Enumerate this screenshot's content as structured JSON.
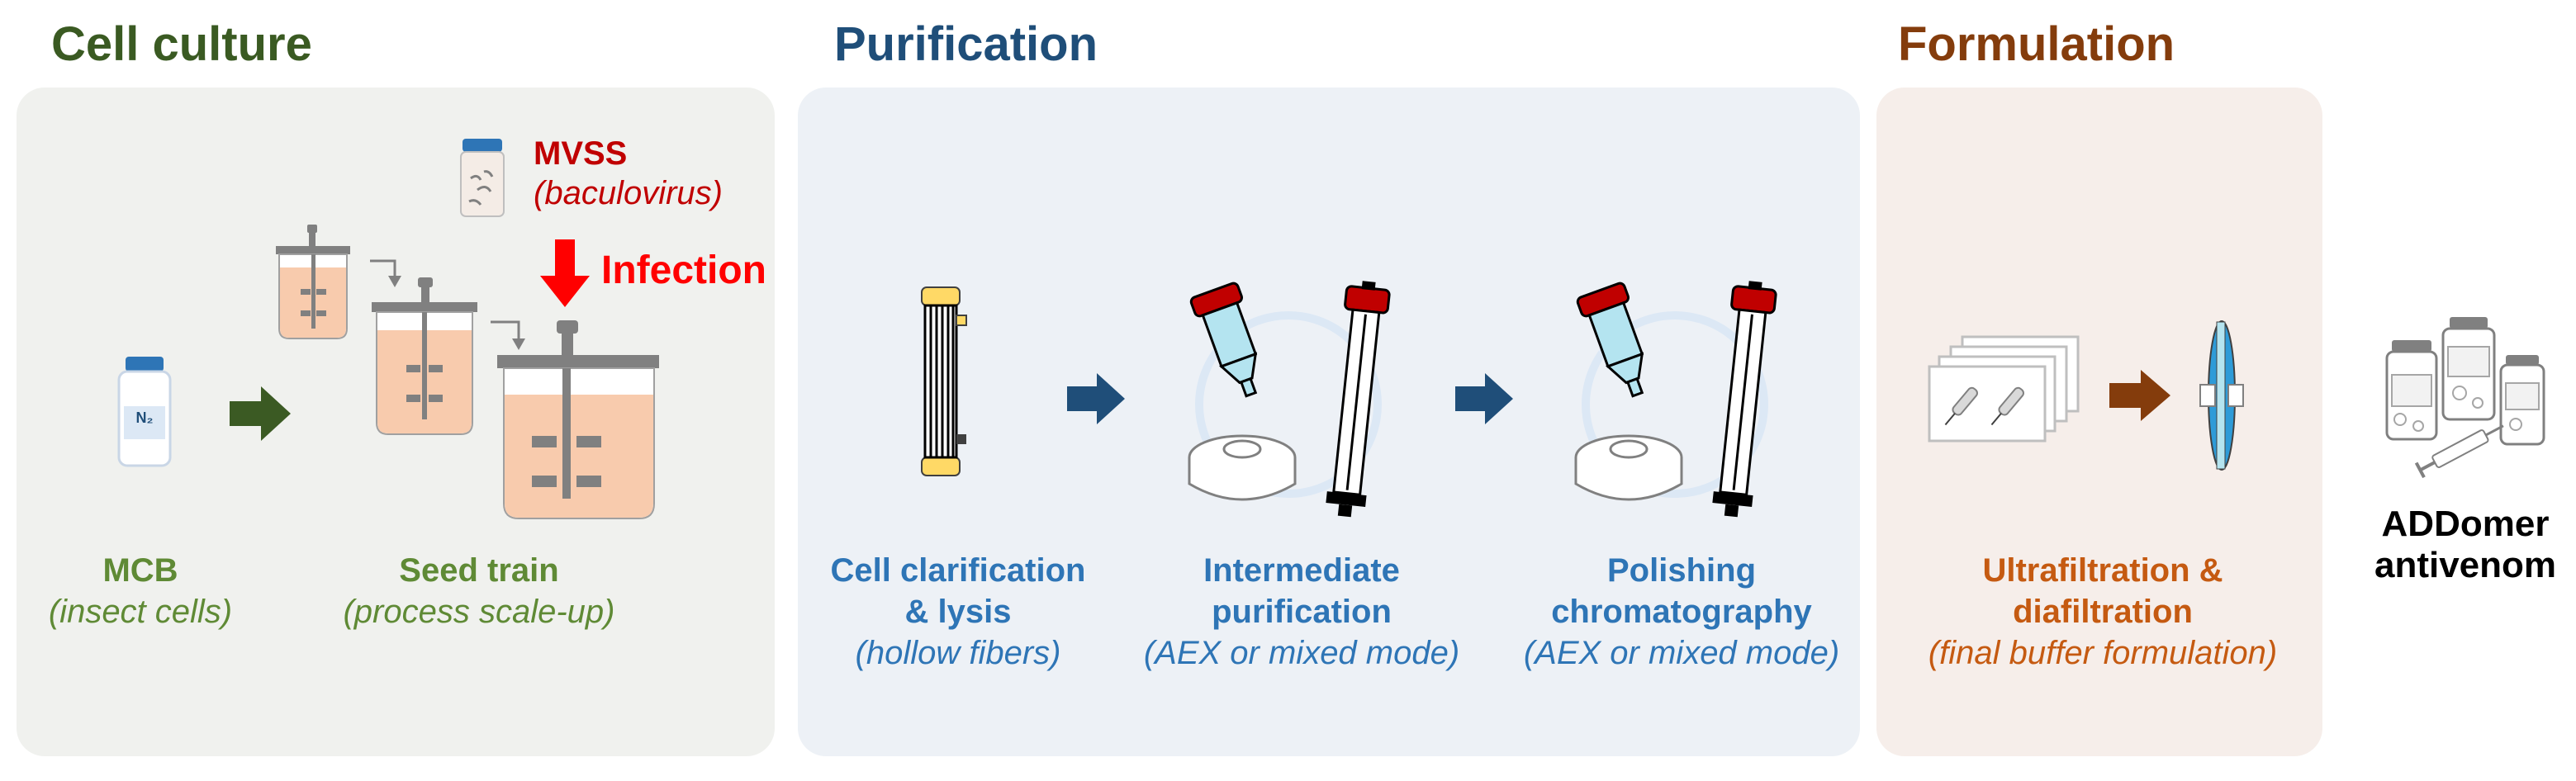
{
  "sections": {
    "cell_culture": {
      "title": "Cell culture",
      "color": "#3a5a22"
    },
    "purification": {
      "title": "Purification",
      "color": "#1f4e79"
    },
    "formulation": {
      "title": "Formulation",
      "color": "#843c0c"
    }
  },
  "cell_culture": {
    "mcb": {
      "title": "MCB",
      "subtitle": "(insect cells)"
    },
    "seed_train": {
      "title": "Seed train",
      "subtitle": "(process scale-up)"
    },
    "mvss": {
      "title": "MVSS",
      "subtitle": "(baculovirus)"
    },
    "infection_label": "Infection",
    "bottle_label": "N₂"
  },
  "purification": {
    "step1": {
      "line1": "Cell clarification",
      "line2": "& lysis",
      "subtitle": "(hollow fibers)"
    },
    "step2": {
      "line1": "Intermediate",
      "line2": "purification",
      "subtitle": "(AEX or mixed mode)"
    },
    "step3": {
      "line1": "Polishing",
      "line2": "chromatography",
      "subtitle": "(AEX or mixed mode)"
    }
  },
  "formulation": {
    "step": {
      "line1": "Ultrafiltration &",
      "line2": "diafiltration",
      "subtitle": "(final buffer formulation)"
    }
  },
  "product": {
    "line1": "ADDomer",
    "line2": "antivenom"
  },
  "colors": {
    "cell_green": "#5f8a35",
    "cell_green_dark": "#3b5a23",
    "purif_blue": "#2e75b6",
    "arrow_blue": "#1f4e79",
    "form_orange": "#c55a11",
    "arrow_brown": "#843c0c",
    "infection_red": "#ff0000",
    "mvss_red": "#c00000",
    "panel_gray": "#f0f1ee",
    "panel_blue": "#edf1f6",
    "panel_peach": "#f6eeea"
  }
}
